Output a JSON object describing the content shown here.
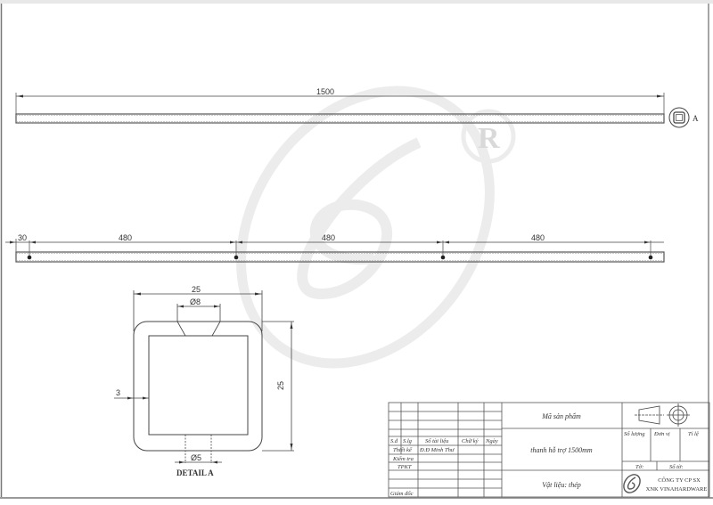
{
  "drawing": {
    "main_length": "1500",
    "section_marker": "A",
    "hole_spacing": {
      "edge_offset": "30",
      "spacing_1": "480",
      "spacing_2": "480",
      "spacing_3": "480"
    },
    "detail": {
      "title": "DETAIL A",
      "width": "25",
      "height": "25",
      "wall_thickness": "3",
      "top_hole_diameter": "Ø8",
      "bottom_hole_diameter": "Ø5"
    },
    "watermark": {
      "logo": "vinahardware-logo-watermark",
      "registered_mark": "®"
    }
  },
  "title_block": {
    "headers": {
      "sd": "S.đ",
      "slg": "S.lg",
      "doc_no": "Số tài liệu",
      "signature": "Chữ ký",
      "date": "Ngày"
    },
    "roles": {
      "designer_label": "Thiết kế",
      "designer_name": "Đ.Đ Minh Thư",
      "checker_label": "Kiểm tra",
      "tpkt_label": "TPKT",
      "director_label": "Giám đốc"
    },
    "product_code_label": "Mã sản phẩm",
    "product_name": "thanh hỗ trợ 1500mm",
    "material": "Vật liệu: thép",
    "quantity_label": "Số lượng",
    "unit_label": "Đơn vị",
    "scale_label": "Tỉ lệ",
    "sheet_label": "Tờ:",
    "sheet_count_label": "Số tờ:",
    "company_line1": "CÔNG TY CP SX",
    "company_line2": "XNK VINAHARDWARE"
  }
}
